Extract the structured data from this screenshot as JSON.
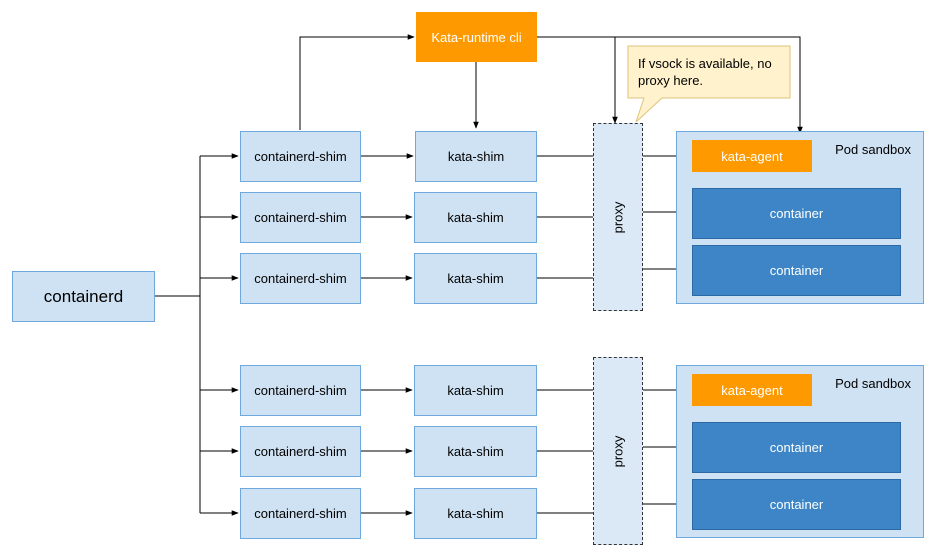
{
  "containerd": "containerd",
  "runtime_cli": "Kata-runtime cli",
  "callout": {
    "line1": "If vsock is available, no",
    "line2": "proxy here."
  },
  "shim_label": "containerd-shim",
  "kata_shim_label": "kata-shim",
  "proxy_label": "proxy",
  "pod_label": "Pod sandbox",
  "agent_label": "kata-agent",
  "container_label": "container",
  "colors": {
    "orange": "#ff9900",
    "light_blue": "#cfe2f3",
    "container_blue": "#3d85c6",
    "border": "#6fa8dc"
  }
}
